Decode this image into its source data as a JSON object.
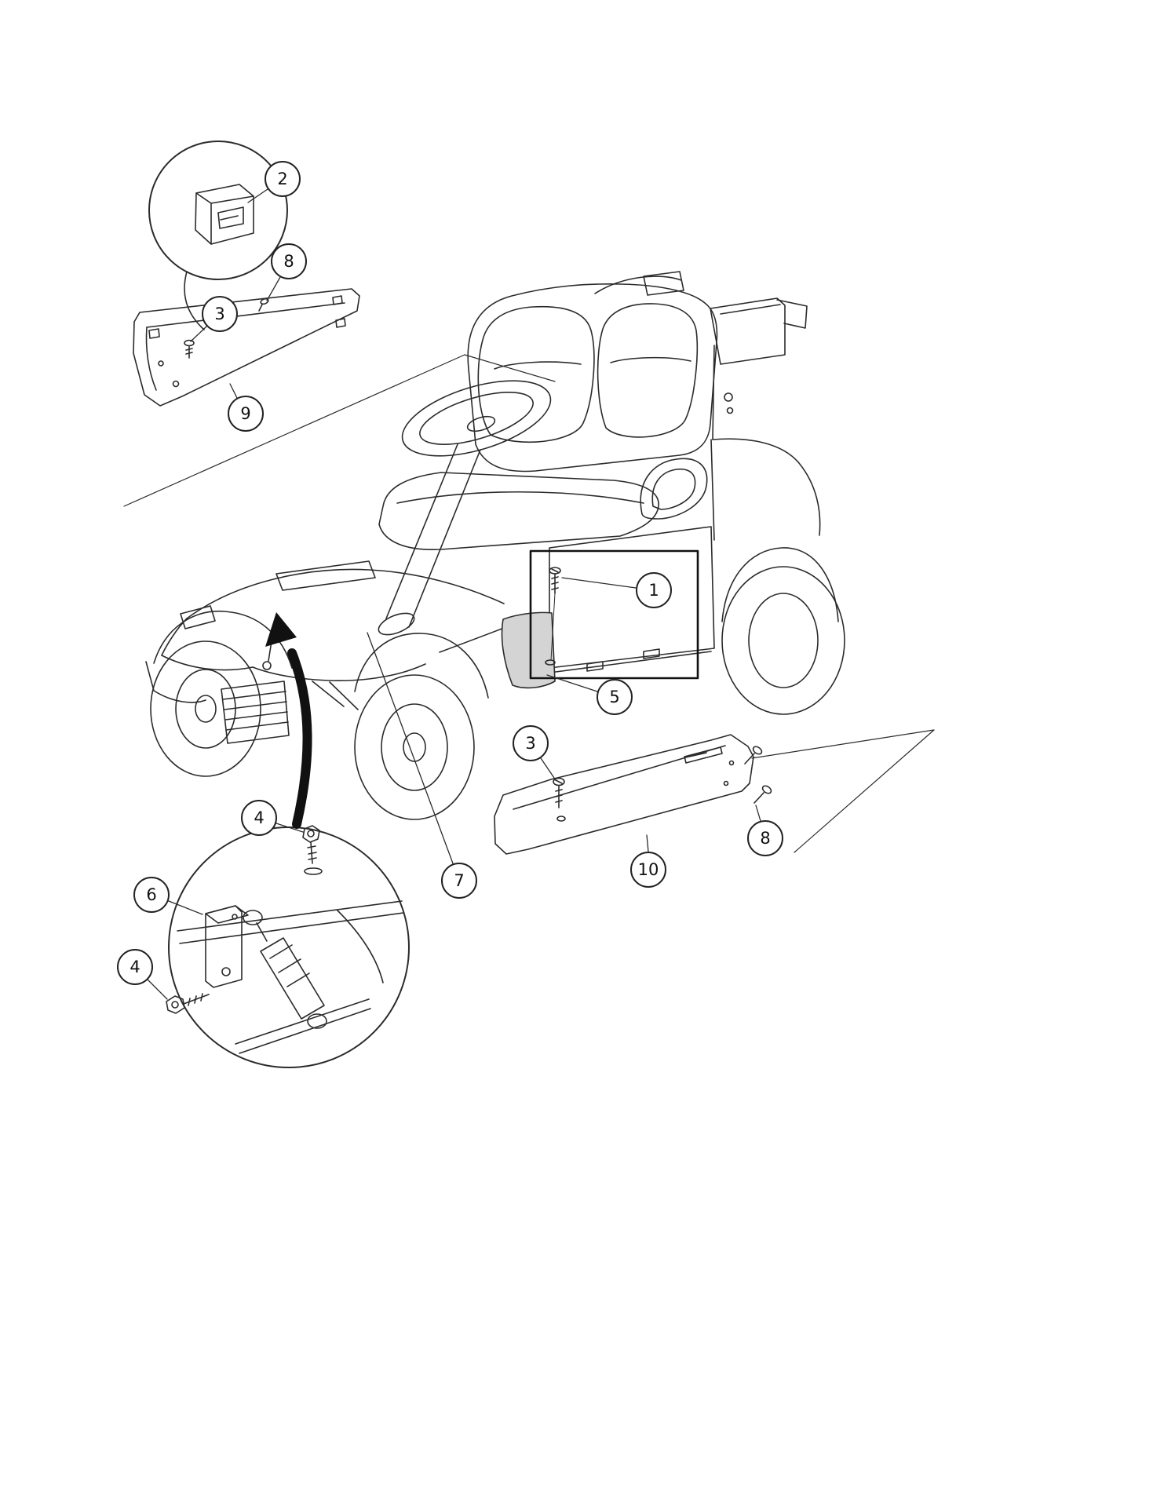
{
  "colors": {
    "line": "#2b2b2b",
    "highlight_box": "#111111",
    "shaded_panel": "#d4d4d4"
  },
  "callouts": [
    {
      "label": "2"
    },
    {
      "label": "8"
    },
    {
      "label": "3"
    },
    {
      "label": "9"
    },
    {
      "label": "1"
    },
    {
      "label": "5"
    },
    {
      "label": "3"
    },
    {
      "label": "8"
    },
    {
      "label": "10"
    },
    {
      "label": "4"
    },
    {
      "label": "6"
    },
    {
      "label": "4"
    },
    {
      "label": "7"
    }
  ]
}
